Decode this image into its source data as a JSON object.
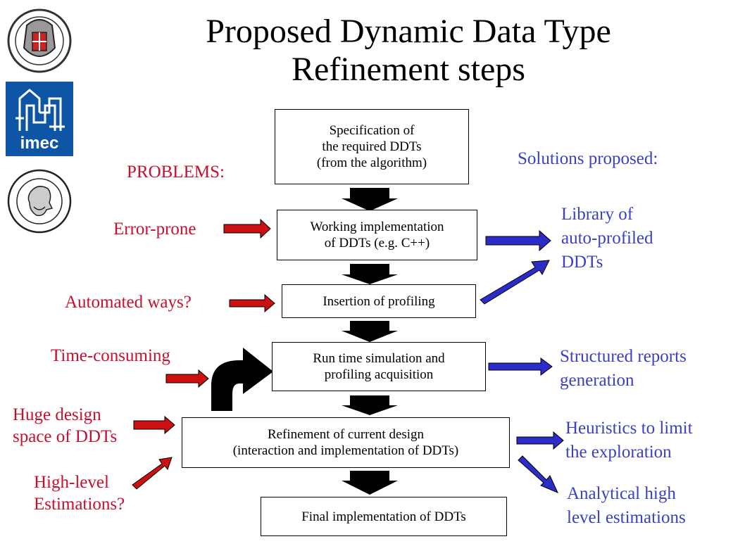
{
  "title": {
    "line1": "Proposed Dynamic Data Type",
    "line2": "Refinement steps"
  },
  "logos": {
    "imec_text": "imec"
  },
  "headers": {
    "problems": "PROBLEMS:",
    "solutions": "Solutions proposed:"
  },
  "flow": {
    "step1": [
      "Specification of",
      "the required DDTs",
      "(from the algorithm)"
    ],
    "step2": [
      "Working implementation",
      "of DDTs (e.g. C++)"
    ],
    "step3": [
      "Insertion of profiling"
    ],
    "step4": [
      "Run time simulation and",
      "profiling acquisition"
    ],
    "step5": [
      "Refinement of current design",
      "(interaction and implementation of DDTs)"
    ],
    "step6": [
      "Final implementation of DDTs"
    ]
  },
  "problems": {
    "error_prone": "Error-prone",
    "automated": "Automated ways?",
    "time_consuming": "Time-consuming",
    "huge_design": [
      "Huge design",
      "space of DDTs"
    ],
    "high_level": [
      "High-level",
      "Estimations?"
    ]
  },
  "solutions": {
    "library": [
      "Library of",
      "auto-profiled",
      "DDTs"
    ],
    "structured": [
      "Structured reports",
      "generation"
    ],
    "heuristics": [
      "Heuristics to limit",
      "the exploration"
    ],
    "analytical": [
      "Analytical  high",
      "level estimations"
    ]
  },
  "colors": {
    "problem": "#c8102e",
    "solution": "#3a3fc4",
    "red_arrow": "#cc1010",
    "blue_arrow": "#2c2cc8"
  }
}
